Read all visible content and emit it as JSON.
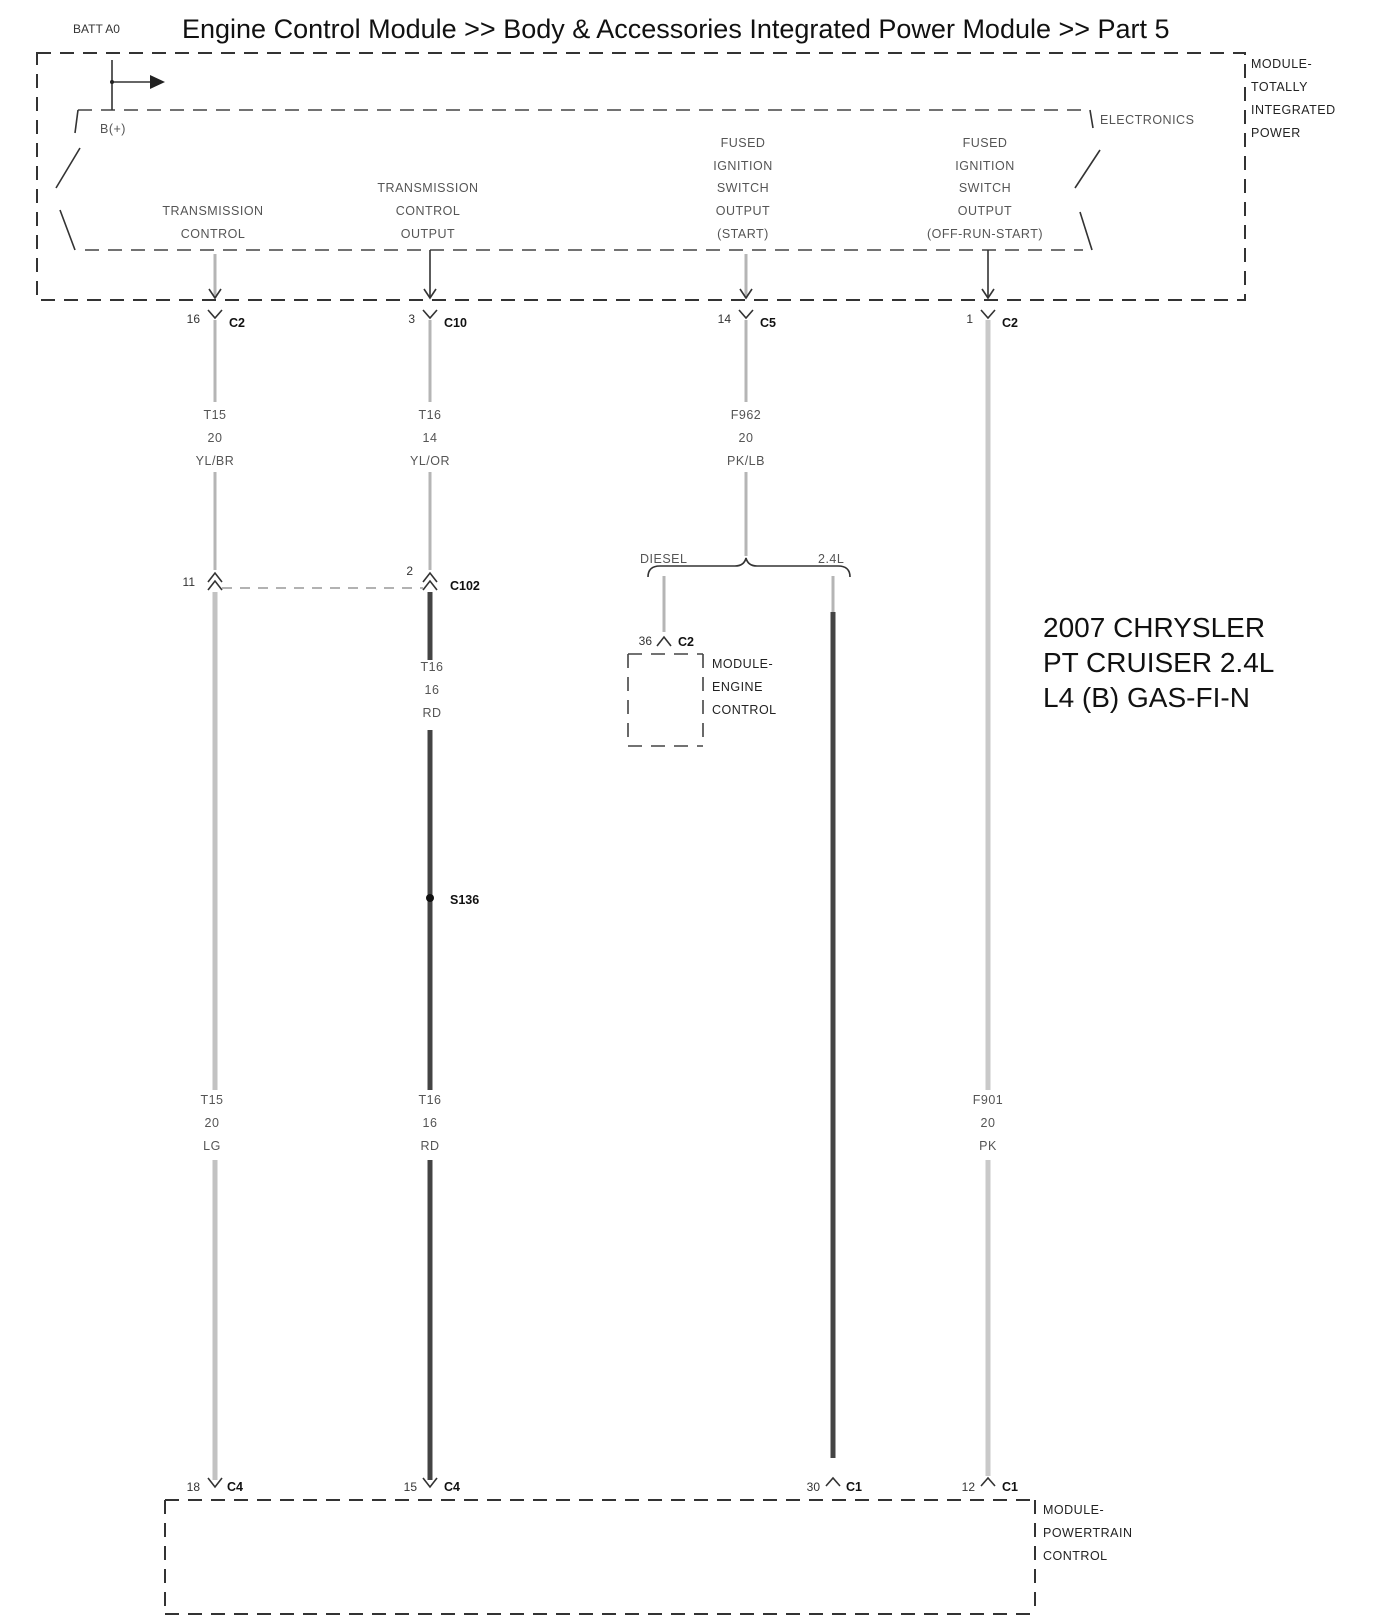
{
  "title": "Engine Control Module >> Body & Accessories Integrated Power Module >> Part 5",
  "batt_label": "BATT A0",
  "vehicle": [
    "2007 CHRYSLER",
    "PT CRUISER 2.4L",
    "L4 (B) GAS-FI-N"
  ],
  "tipm": {
    "name_lines": [
      "MODULE-",
      "TOTALLY",
      "INTEGRATED",
      "POWER"
    ],
    "electronics_label": "ELECTRONICS",
    "bplus_label": "B(+)",
    "circuits": [
      {
        "lines": [
          "TRANSMISSION",
          "CONTROL"
        ]
      },
      {
        "lines": [
          "TRANSMISSION",
          "CONTROL",
          "OUTPUT"
        ]
      },
      {
        "lines": [
          "FUSED",
          "IGNITION",
          "SWITCH",
          "OUTPUT",
          "(START)"
        ]
      },
      {
        "lines": [
          "FUSED",
          "IGNITION",
          "SWITCH",
          "OUTPUT",
          "(OFF-RUN-START)"
        ]
      }
    ]
  },
  "top_connectors": [
    {
      "pin": "16",
      "connector": "C2"
    },
    {
      "pin": "3",
      "connector": "C10"
    },
    {
      "pin": "14",
      "connector": "C5"
    },
    {
      "pin": "1",
      "connector": "C2"
    }
  ],
  "upper_wires": [
    {
      "lines": [
        "T15",
        "20",
        "YL/BR"
      ]
    },
    {
      "lines": [
        "T16",
        "14",
        "YL/OR"
      ]
    },
    {
      "lines": [
        "F962",
        "20",
        "PK/LB"
      ]
    }
  ],
  "c102": {
    "connector": "C102",
    "pin_left": "11",
    "pin_right": "2"
  },
  "branch": {
    "left": "DIESEL",
    "right": "2.4L"
  },
  "ecm": {
    "pin": "36",
    "connector": "C2",
    "name_lines": [
      "MODULE-",
      "ENGINE",
      "CONTROL"
    ]
  },
  "mid_wire": {
    "lines": [
      "T16",
      "16",
      "RD"
    ]
  },
  "splice": {
    "label": "S136"
  },
  "lower_wires": [
    {
      "lines": [
        "T15",
        "20",
        "LG"
      ]
    },
    {
      "lines": [
        "T16",
        "16",
        "RD"
      ]
    },
    {
      "lines": [
        "F901",
        "20",
        "PK"
      ]
    }
  ],
  "bottom_connectors": [
    {
      "pin": "18",
      "connector": "C4"
    },
    {
      "pin": "15",
      "connector": "C4"
    },
    {
      "pin": "30",
      "connector": "C1"
    },
    {
      "pin": "12",
      "connector": "C1"
    }
  ],
  "pcm": {
    "name_lines": [
      "MODULE-",
      "POWERTRAIN",
      "CONTROL"
    ]
  }
}
